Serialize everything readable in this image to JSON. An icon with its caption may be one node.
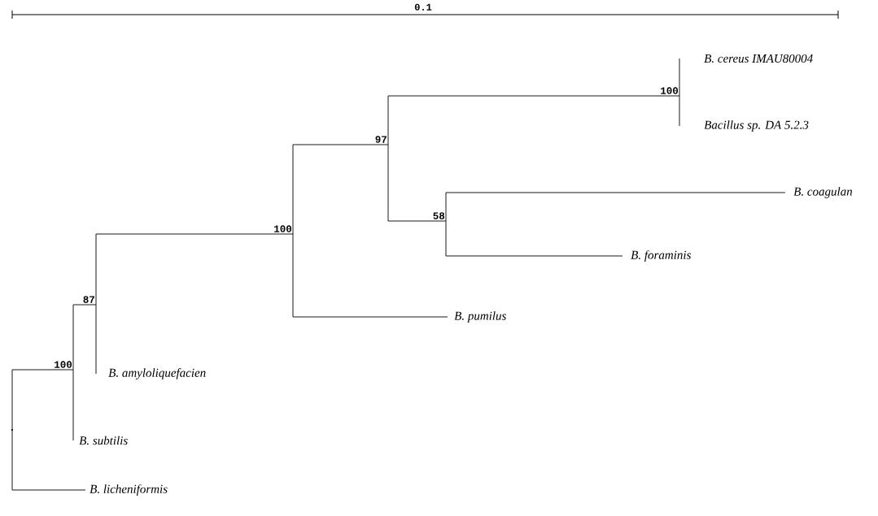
{
  "diagram": {
    "nodes": [
      {
        "text": [],
        "shape": "point"
      },
      {
        "text": [
          "100"
        ]
      },
      {
        "text": [
          "87"
        ]
      },
      {
        "text": [
          "100"
        ]
      },
      {
        "text": [
          "97"
        ]
      },
      {
        "text": [
          "58"
        ]
      },
      {
        "text": [
          "100"
        ]
      },
      {
        "text": [
          "B. cereus IMAU80004"
        ]
      },
      {
        "text": [
          "Bacillus sp.  DA 5.2.3"
        ]
      },
      {
        "text": [
          "B. coagulan"
        ]
      },
      {
        "text": [
          "B. foraminis"
        ]
      },
      {
        "text": [
          "B. pumilus"
        ]
      },
      {
        "text": [
          "B. amyloliquefacien"
        ]
      },
      {
        "text": [
          "B. subtilis"
        ]
      },
      {
        "text": [
          "B. licheniformis"
        ]
      }
    ],
    "edges": [
      {
        "from": 0,
        "to": 1,
        "arrow": "none"
      },
      {
        "from": 0,
        "to": 14,
        "arrow": "none"
      },
      {
        "from": 1,
        "to": 2,
        "arrow": "none"
      },
      {
        "from": 1,
        "to": 13,
        "arrow": "none"
      },
      {
        "from": 2,
        "to": 3,
        "arrow": "none"
      },
      {
        "from": 2,
        "to": 12,
        "arrow": "none"
      },
      {
        "from": 3,
        "to": 4,
        "arrow": "none"
      },
      {
        "from": 3,
        "to": 11,
        "arrow": "none"
      },
      {
        "from": 4,
        "to": 6,
        "arrow": "none"
      },
      {
        "from": 4,
        "to": 5,
        "arrow": "none"
      },
      {
        "from": 5,
        "to": 9,
        "arrow": "none"
      },
      {
        "from": 5,
        "to": 10,
        "arrow": "none"
      },
      {
        "from": 6,
        "to": 7,
        "arrow": "none"
      },
      {
        "from": 6,
        "to": 8,
        "arrow": "none"
      }
    ],
    "labels": [
      "0.1"
    ]
  }
}
